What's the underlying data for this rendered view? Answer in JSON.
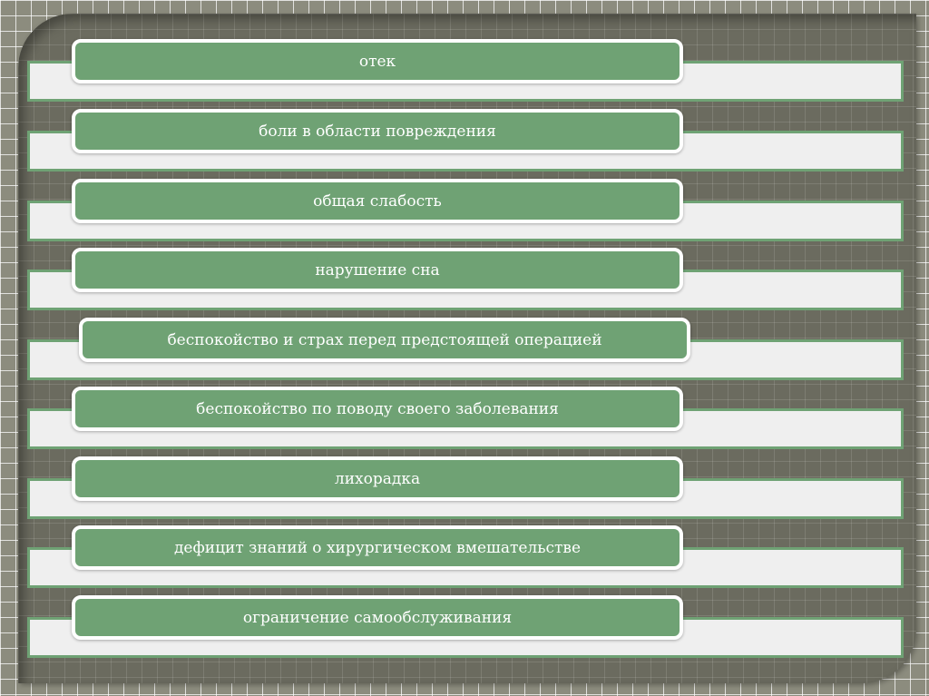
{
  "items": [
    {
      "label": "отек"
    },
    {
      "label": "боли в области повреждения"
    },
    {
      "label": "общая слабость"
    },
    {
      "label": "нарушение сна"
    },
    {
      "label": "беспокойство и страх перед предстоящей операцией"
    },
    {
      "label": "беспокойство по поводу своего заболевания"
    },
    {
      "label": "лихорадка"
    },
    {
      "label": "дефицит знаний о хирургическом вмешательстве"
    },
    {
      "label": "ограничение самообслуживания"
    }
  ],
  "colors": {
    "box": "#6fa274",
    "strip": "#efefef",
    "panel": "#6b6b5f"
  }
}
